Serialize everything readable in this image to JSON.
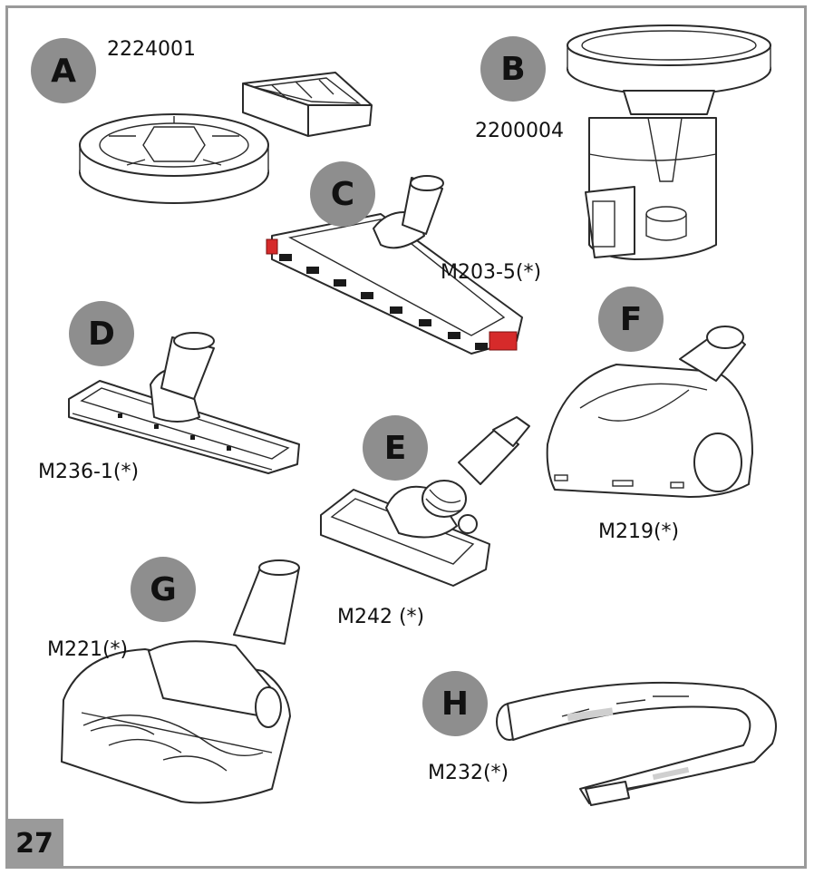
{
  "page_number": "27",
  "parts": [
    {
      "letter": "A",
      "code": "2224001"
    },
    {
      "letter": "B",
      "code": "2200004"
    },
    {
      "letter": "C",
      "code": "M203-5(*)"
    },
    {
      "letter": "D",
      "code": "M236-1(*)"
    },
    {
      "letter": "E",
      "code": "M242 (*)"
    },
    {
      "letter": "F",
      "code": "M219(*)"
    },
    {
      "letter": "G",
      "code": "M221(*)"
    },
    {
      "letter": "H",
      "code": "M232(*)"
    }
  ],
  "colors": {
    "badge": "#8e8e8e",
    "frame": "#9a9a9a",
    "accent_red": "#d62a2a"
  }
}
